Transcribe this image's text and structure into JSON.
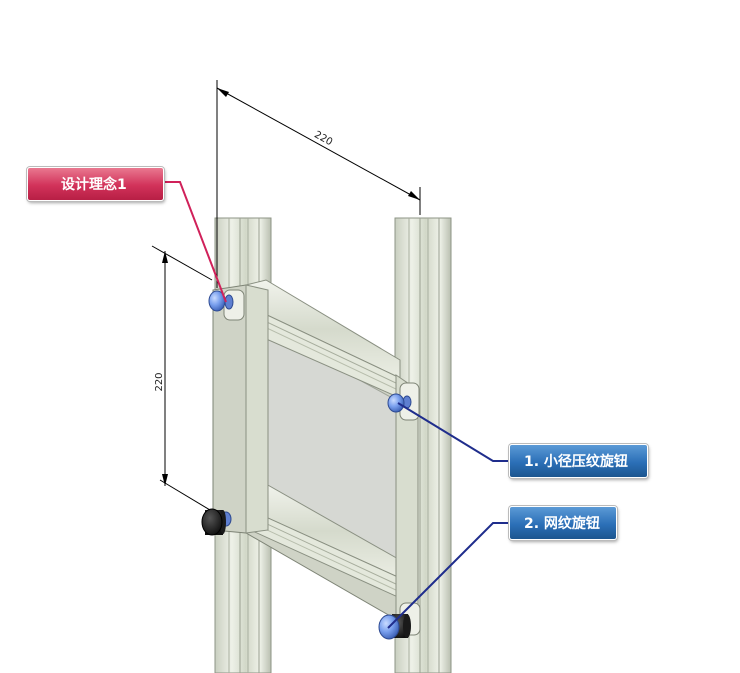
{
  "dimensions": {
    "horizontal": "220",
    "vertical": "220"
  },
  "callouts": {
    "design_concept": "设计理念1",
    "small_knob": "1. 小径压纹旋钮",
    "knurled_knob": "2. 网纹旋钮"
  },
  "colors": {
    "pink_callout": "#d2325a",
    "blue_callout": "#2b6fb7",
    "pink_leader": "#d0215a",
    "blue_leader": "#1f2d8c",
    "aluminum": "#dfe4d6",
    "panel": "#d6d8d3",
    "knob_blue": "#7aa0ee",
    "knob_black": "#1f1f1f"
  }
}
